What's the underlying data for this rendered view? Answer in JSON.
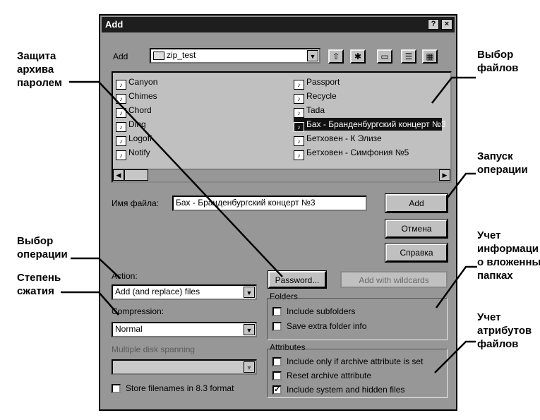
{
  "dialog": {
    "title": "Add",
    "help_btn": "?",
    "close_btn": "×",
    "add_label": "Add",
    "location": "zip_test",
    "filename_label": "Имя файла:",
    "filename_value": "Бах - Бранденбургский концерт №3",
    "files_left": [
      "Canyon",
      "Chimes",
      "Chord",
      "Ding",
      "Logoff",
      "Notify"
    ],
    "files_right": [
      "Passport",
      "Recycle",
      "Tada",
      "Бах - Бранденбургский концерт №3",
      "Бетховен - К Элизе",
      "Бетховен - Симфония №5"
    ],
    "selected_file": "Бах - Бранденбургский концерт №3",
    "buttons": {
      "add": "Add",
      "cancel": "Отмена",
      "help": "Справка",
      "password": "Password...",
      "add_with_wildcards": "Add with wildcards"
    },
    "action_label": "Action:",
    "action_value": "Add (and replace) files",
    "compression_label": "Compression:",
    "compression_value": "Normal",
    "spanning_label": "Multiple disk spanning",
    "spanning_value": "",
    "store_8_3": "Store filenames in 8.3 format",
    "folders_label": "Folders",
    "include_subfolders": "Include subfolders",
    "save_extra_folder_info": "Save extra folder info",
    "attributes_label": "Attributes",
    "attr_archive_only": "Include only if archive attribute is set",
    "attr_reset_archive": "Reset archive attribute",
    "attr_system_hidden": "Include system and hidden files",
    "attr_system_hidden_checked": "✓"
  },
  "annotations": {
    "password_protect": [
      "Защита",
      "архива",
      "паролем"
    ],
    "select_files": [
      "Выбор",
      "файлов"
    ],
    "start_operation": [
      "Запуск",
      "операции"
    ],
    "select_operation": [
      "Выбор",
      "операции"
    ],
    "compression_level": [
      "Степень",
      "сжатия"
    ],
    "subfolders_info": [
      "Учет",
      "информаци",
      "о вложенны",
      "папках"
    ],
    "file_attributes": [
      "Учет",
      "атрибутов",
      "файлов"
    ]
  },
  "icons": [
    "folder-icon",
    "up-folder-icon",
    "new-folder-icon",
    "list-view-icon",
    "details-view-icon",
    "wav-file-icon",
    "dropdown-arrow-icon",
    "scroll-left-icon",
    "scroll-right-icon"
  ]
}
